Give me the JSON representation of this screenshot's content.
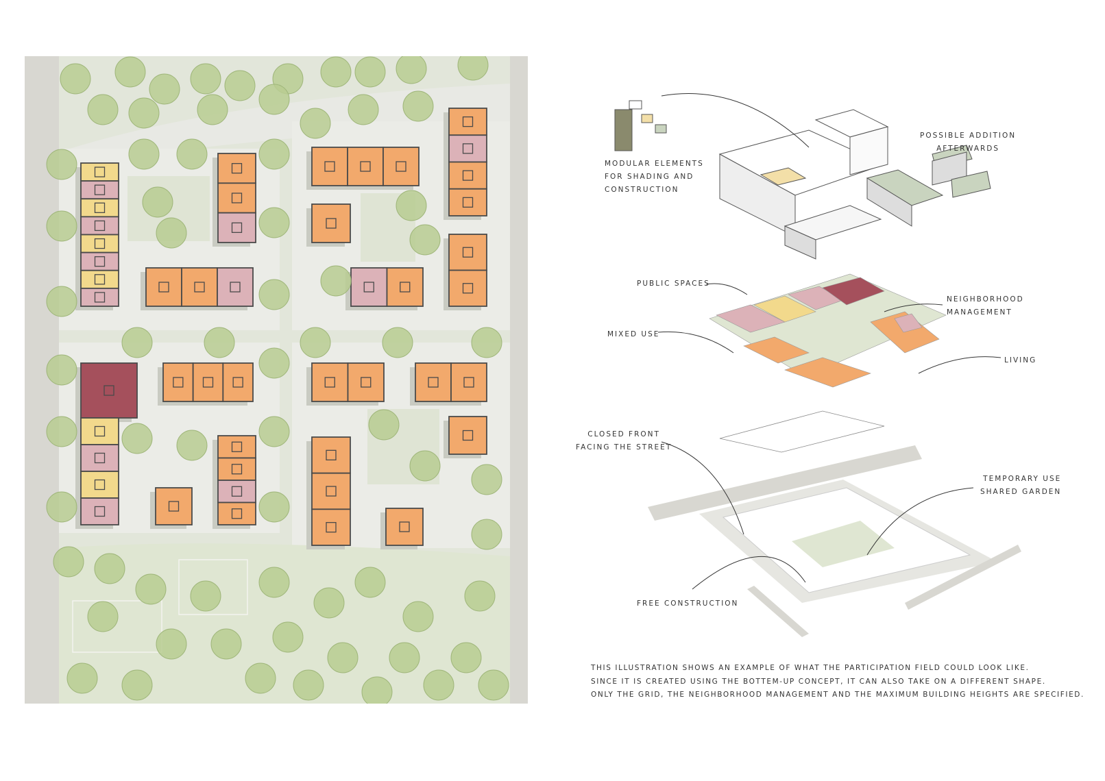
{
  "colors": {
    "living": "#f2a96c",
    "mixed_use": "#dcb2b8",
    "public_spaces": "#f2d98c",
    "neighborhood_management": "#a5505c",
    "green": "#dfe6d2",
    "road": "#d8d7d1"
  },
  "labels": {
    "modular": [
      "Modular elements",
      "for shading and",
      "construction"
    ],
    "addition": [
      "Possible addition",
      "afterwards"
    ],
    "public_spaces": "Public spaces",
    "neighborhood": [
      "Neighborhood",
      "management"
    ],
    "mixed_use": "Mixed use",
    "living": "Living",
    "closed_front": [
      "Closed front",
      "facing the street"
    ],
    "temporary": [
      "Temporary use",
      "shared garden"
    ],
    "free_construction": "Free construction"
  },
  "caption": [
    "This illustration shows an example of what the participation field could look like.",
    "Since it is created using the bottem-up concept, it can also take on a different shape.",
    "Only the grid, the neighborhood management and the maximum building heights are specified."
  ]
}
